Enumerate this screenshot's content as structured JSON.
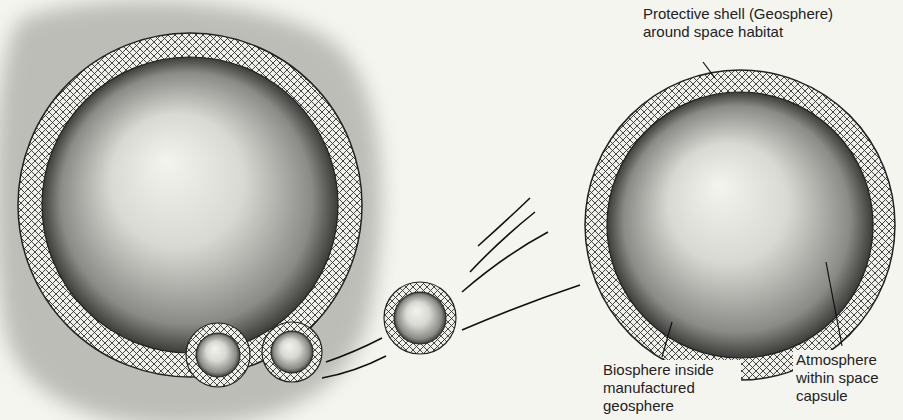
{
  "diagram": {
    "labels": [
      "Protective shell (Geosphere) around space habitat",
      "Biosphere inside manufactured geosphere",
      "Atmosphere within space capsule"
    ]
  }
}
